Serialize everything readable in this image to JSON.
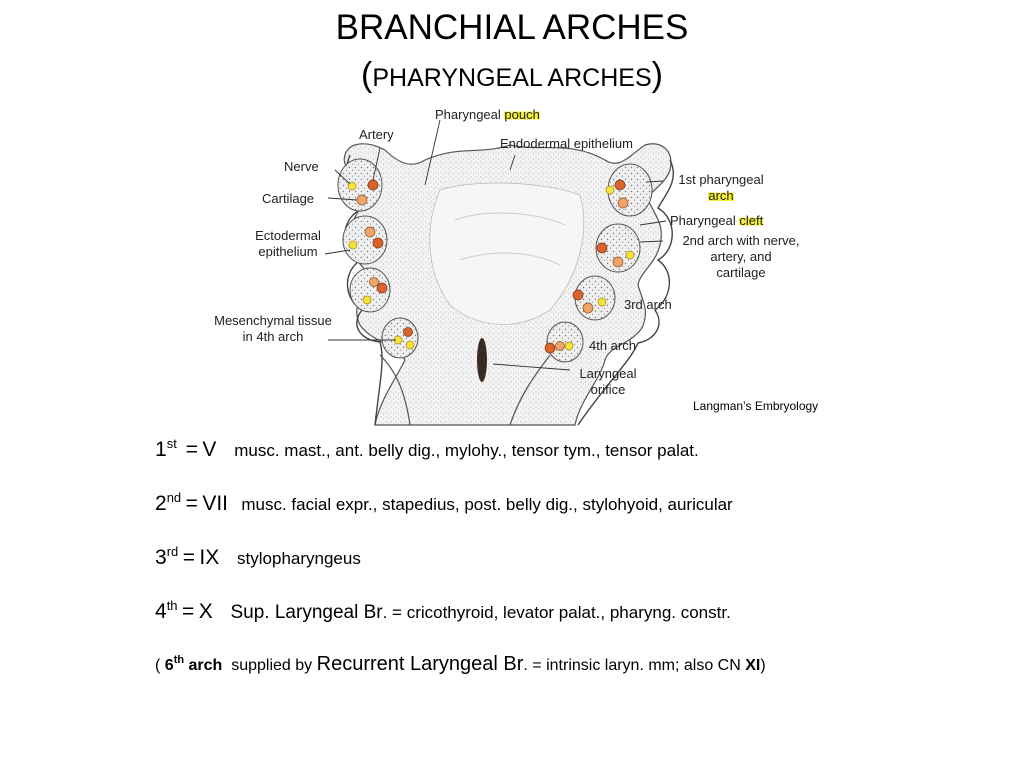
{
  "title": {
    "line1": "BRANCHIAL ARCHES",
    "line2_open": "(",
    "line2_text": "PHARYNGEAL ARCHES",
    "line2_close": ")"
  },
  "diagram_labels": {
    "pharyngeal": "Pharyngeal",
    "pouch": "pouch",
    "artery": "Artery",
    "endodermal_epithelium": "Endodermal epithelium",
    "nerve": "Nerve",
    "cartilage": "Cartilage",
    "ectodermal": "Ectodermal",
    "epithelium": "epithelium",
    "mesenchymal_tissue": "Mesenchymal tissue",
    "in_4th_arch": "in 4th arch",
    "first_pharyngeal": "1st pharyngeal",
    "arch": "arch",
    "pharyngeal_cleft_a": "Pharyngeal",
    "cleft": "cleft",
    "second_arch_1": "2nd arch with nerve,",
    "second_arch_2": "artery, and",
    "second_arch_3": "cartilage",
    "third_arch": "3rd arch",
    "fourth_arch": "4th arch",
    "laryngeal": "Laryngeal",
    "orifice": "orifice",
    "highlight_color": "#f5ef3a",
    "tissue_color": "#e9e9e9",
    "artery_color": "#d9652b",
    "nerve_color": "#f5e23a",
    "cartilage_color": "#f0a468"
  },
  "credit": "Langman’s Embryology",
  "arches": [
    {
      "num": "1",
      "sup": "st",
      "eq": "=",
      "nerve": "V",
      "desc": "musc. mast., ant. belly dig., mylohy., tensor tym., tensor palat."
    },
    {
      "num": "2",
      "sup": "nd",
      "eq": "=",
      "nerve": "VII",
      "desc": "musc. facial expr., stapedius, post. belly dig., stylohyoid, auricular"
    },
    {
      "num": "3",
      "sup": "rd",
      "eq": "=",
      "nerve": "IX",
      "desc": "stylopharyngeus"
    },
    {
      "num": "4",
      "sup": "th",
      "eq": "=",
      "nerve": "X",
      "desc_big": "Sup. Laryngeal Br",
      "desc": ". = cricothyroid, levator palat., pharyng. constr."
    }
  ],
  "sixth": {
    "open": "(",
    "num": "6",
    "sup": "th",
    "arch": "arch",
    "supplied_by": "supplied by",
    "big": "Recurrent Laryngeal Br",
    "rest": ". =  intrinsic laryn. mm; also CN",
    "cn": "XI",
    "close": ")"
  }
}
